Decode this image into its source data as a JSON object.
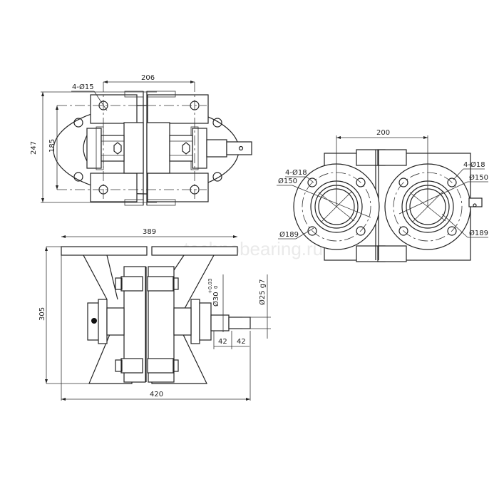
{
  "watermark": "technobearing.ru",
  "views": {
    "top": {
      "dims": {
        "width_holes": "206",
        "holes": "4-Ø15",
        "height_outer": "247",
        "height_holes": "185"
      }
    },
    "side": {
      "dims": {
        "holes_spacing": "200",
        "left_holes": "4-Ø18",
        "right_holes": "4-Ø18",
        "left_pcd": "Ø150",
        "right_pcd": "Ø150",
        "left_flange": "Ø189",
        "right_flange": "Ø189"
      }
    },
    "front": {
      "dims": {
        "top_width": "389",
        "height": "305",
        "base_width": "420",
        "shaft_diameter_main": "Ø30",
        "shaft_tol_upper": "+0.03",
        "shaft_tol_lower": "0",
        "shaft_diameter_end": "Ø25 g7",
        "shaft_len_1": "42",
        "shaft_len_2": "42"
      }
    }
  }
}
